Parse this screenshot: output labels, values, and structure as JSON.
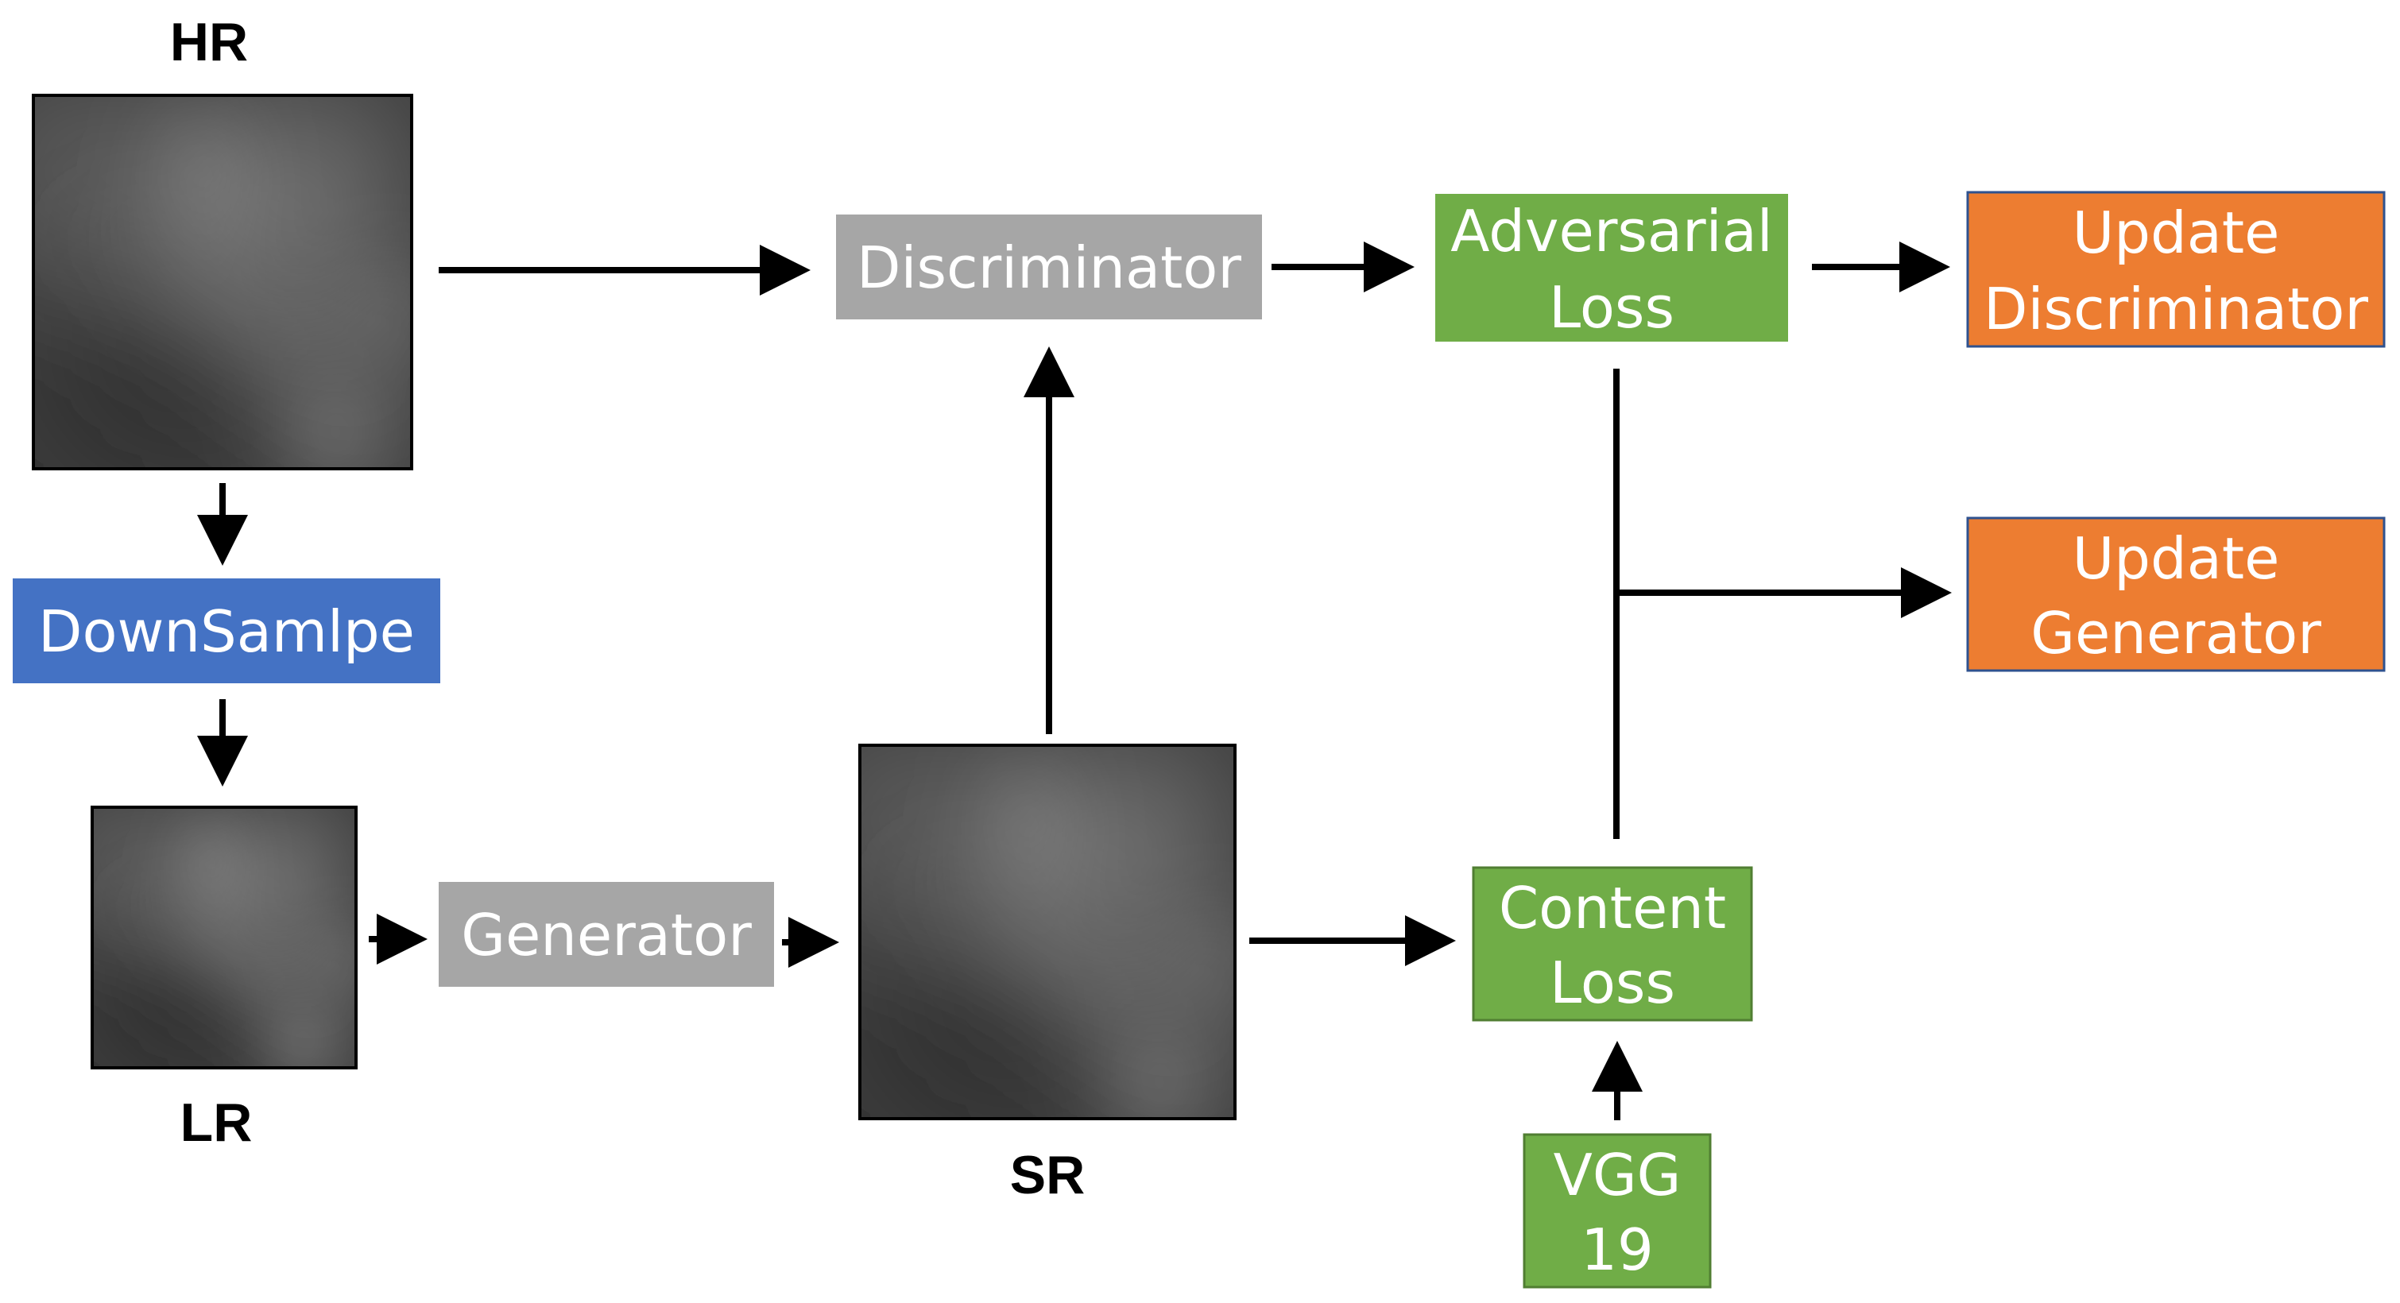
{
  "colors": {
    "gray": "#a6a6a6",
    "blue": "#4472c4",
    "green": "#70ad47",
    "green_border": "#507e32",
    "orange": "#ed7d31",
    "orange_border": "#2f528f",
    "arrow": "#000000"
  },
  "images": {
    "hr": "HR",
    "lr": "LR",
    "sr": "SR"
  },
  "boxes": {
    "downsample": "DownSamlpe",
    "generator": "Generator",
    "discriminator": "Discriminator",
    "adversarial_loss": [
      "Adversarial",
      "Loss"
    ],
    "content_loss": [
      "Content",
      "Loss"
    ],
    "vgg": [
      "VGG",
      "19"
    ],
    "update_discriminator": [
      "Update",
      "Discriminator"
    ],
    "update_generator": [
      "Update",
      "Generator"
    ]
  }
}
